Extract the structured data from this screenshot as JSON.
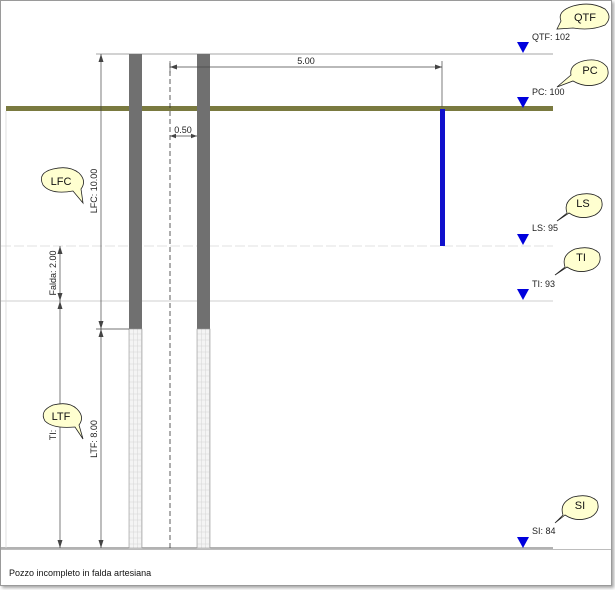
{
  "levels": {
    "qtf": "QTF: 102",
    "pc": "PC: 100",
    "ls": "LS: 95",
    "ti": "TI: 93",
    "si": "SI: 84"
  },
  "dimensions": {
    "width": "5.00",
    "diameter": "0.50",
    "lfc": "LFC: 10.00",
    "falda": "Falda: 2.00",
    "ltf": "LTF: 8.00",
    "ti_vertical": "TI:"
  },
  "callouts": {
    "qtf": "QTF",
    "pc": "PC",
    "lfc": "LFC",
    "ls": "LS",
    "ti": "TI",
    "ltf": "LTF",
    "si": "SI"
  },
  "caption": "Pozzo incompleto in falda artesiana",
  "colors": {
    "ground": "#7a7a40",
    "casing": "#707070",
    "water_bar": "#1010cc",
    "marker": "#0000dd",
    "callout_fill": "#ffffd0"
  }
}
